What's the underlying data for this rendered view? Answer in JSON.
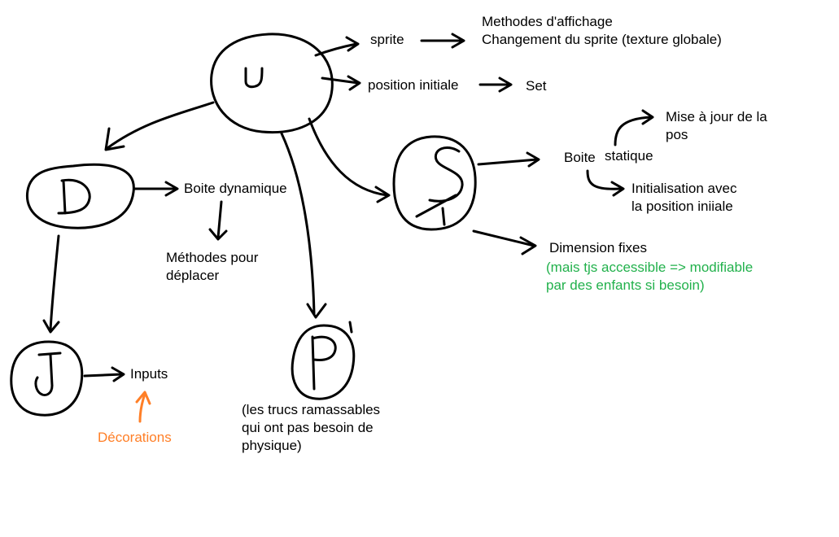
{
  "nodes": {
    "u": "U",
    "d": "D",
    "j": "J",
    "p": "P",
    "s": "S"
  },
  "labels": {
    "sprite": "sprite",
    "sprite_desc": "Methodes d'affichage\nChangement du sprite (texture globale)",
    "position_initiale": "position initiale",
    "set": "Set",
    "boite_dynamique": "Boite dynamique",
    "methodes_deplacer": "Méthodes pour\ndéplacer",
    "inputs": "Inputs",
    "decorations": "Décorations",
    "p_desc": "(les trucs ramassables\nqui ont pas besoin de\nphysique)",
    "boite": "Boite",
    "statique": "statique",
    "mise_a_jour": "Mise à jour de la\npos",
    "initialisation": "Initialisation avec\nla position iniiale",
    "dimension_fixes": "Dimension fixes",
    "dimension_note": "(mais tjs accessible => modifiable\npar des enfants si besoin)"
  },
  "colors": {
    "ink": "#000000",
    "green_note": "#22b14c",
    "orange_note": "#ff7f27"
  }
}
